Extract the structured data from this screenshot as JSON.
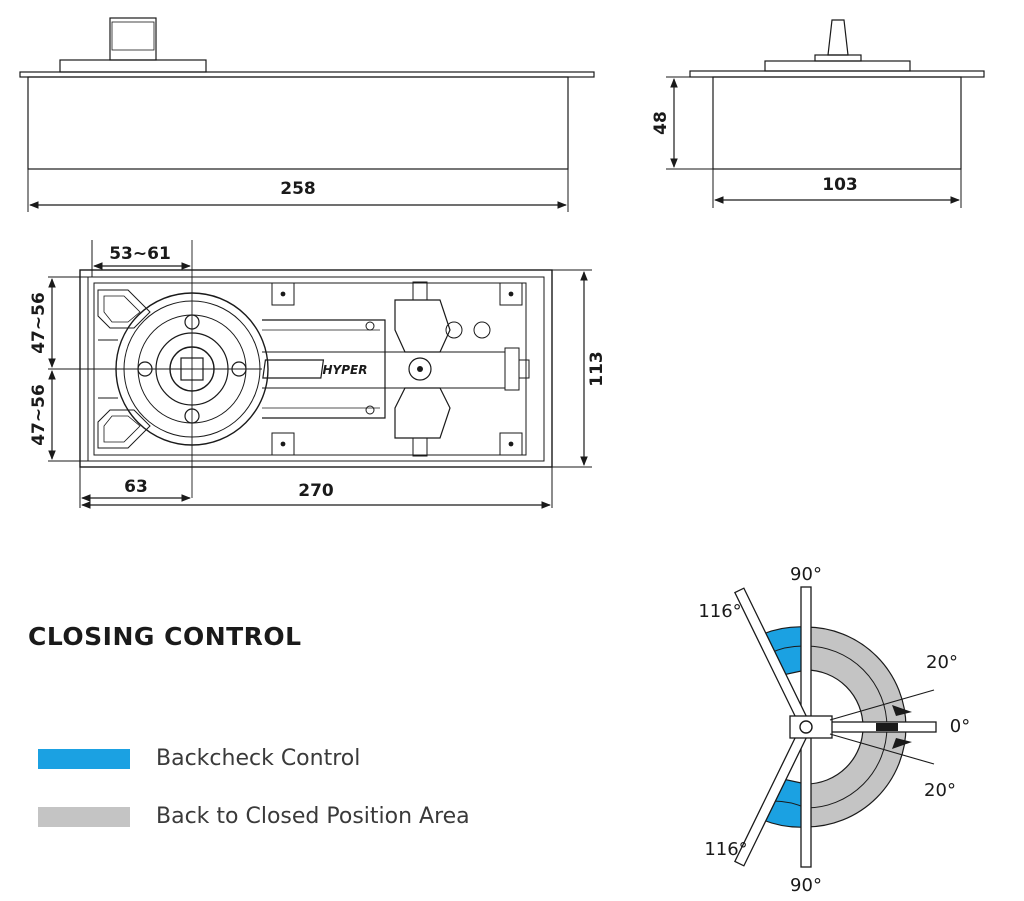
{
  "dimensions": {
    "side_length": "258",
    "end_height": "48",
    "end_width": "103",
    "plan_adjust": "53~61",
    "plan_upper": "47~56",
    "plan_lower": "47~56",
    "plan_height": "113",
    "plan_offset": "63",
    "plan_length": "270"
  },
  "brand_label": "HYPER",
  "closing_control": {
    "title": "CLOSING CONTROL",
    "legend": [
      {
        "label": "Backcheck Control",
        "color": "#1ba1e2"
      },
      {
        "label": "Back to Closed Position Area",
        "color": "#c4c4c4"
      }
    ]
  },
  "angle_labels": {
    "top_90": "90°",
    "top_116": "116°",
    "upper_20": "20°",
    "zero": "0°",
    "lower_20": "20°",
    "bottom_116": "116°",
    "bottom_90": "90°"
  },
  "colors": {
    "backcheck": "#1ba1e2",
    "closed_area": "#c4c4c4",
    "line": "#1a1a1a"
  }
}
